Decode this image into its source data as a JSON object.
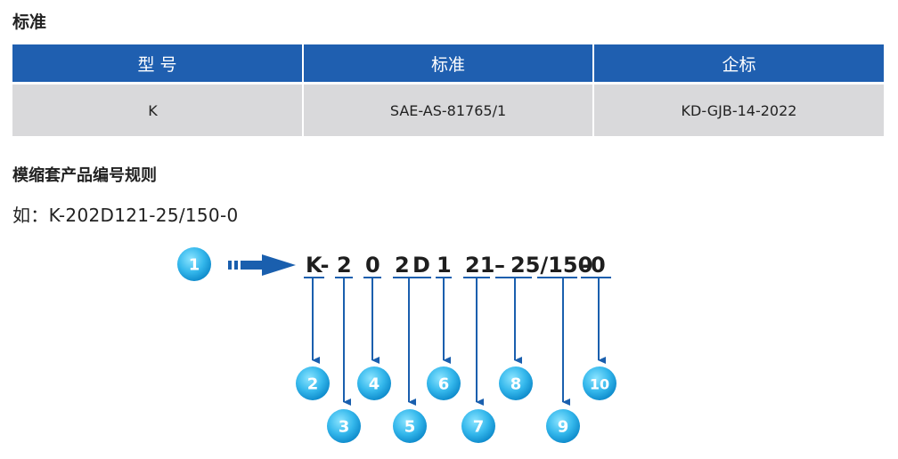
{
  "section_title": "标准",
  "table": {
    "headers": [
      "型 号",
      "标准",
      "企标"
    ],
    "rows": [
      [
        "K",
        "SAE-AS-81765/1",
        "KD-GJB-14-2022"
      ]
    ]
  },
  "rules_title": "模缩套产品编号规则",
  "example_text": "如：K-202D121-25/150-0",
  "code_segments": [
    "K-",
    "2",
    "0",
    "2",
    "D",
    "1",
    "21",
    "–",
    "25/150",
    "-0"
  ],
  "callouts": [
    "1",
    "2",
    "3",
    "4",
    "5",
    "6",
    "7",
    "8",
    "9",
    "10"
  ],
  "colors": {
    "header_blue": "#1f5fb0",
    "cell_gray": "#d9d9db",
    "arrow_blue": "#1a5fae",
    "bubble_light": "#5ad0f7",
    "bubble_dark": "#0a8fd0"
  }
}
